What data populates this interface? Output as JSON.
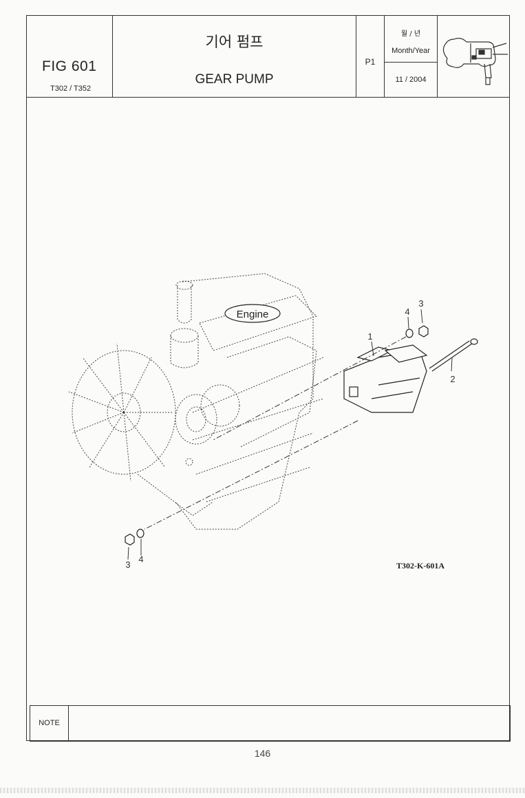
{
  "header": {
    "fig_label": "FIG 601",
    "models": "T302 / T352",
    "title_ko": "기어 펌프",
    "title_en": "GEAR PUMP",
    "page": "P1",
    "date_label_ko": "월 / 년",
    "date_label": "Month/Year",
    "date_value": "11 / 2004"
  },
  "drawing": {
    "engine_label": "Engine",
    "callouts": [
      "1",
      "2",
      "3",
      "4",
      "3",
      "4"
    ],
    "reference": "T302-K-601A"
  },
  "note": {
    "label": "NOTE"
  },
  "footer": {
    "page_number": "146"
  }
}
